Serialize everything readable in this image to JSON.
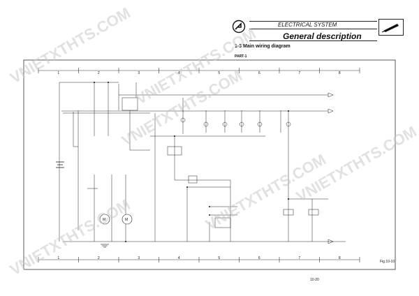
{
  "header": {
    "section": "ELECTRICAL SYSTEM",
    "title": "General description",
    "subtitle": "1-3 Main wiring diagram",
    "part": "PART-1",
    "logo_icon": "brand-logo-icon",
    "corner_icon": "book-pen-icon"
  },
  "grid": {
    "columns": [
      "1",
      "2",
      "3",
      "4",
      "5",
      "6",
      "7",
      "8"
    ]
  },
  "figure": {
    "ref": "Fig.10-10",
    "page": "10-20"
  },
  "watermark": {
    "text": "VNIETXTHTS.COM",
    "color": "#c9c9c9"
  }
}
